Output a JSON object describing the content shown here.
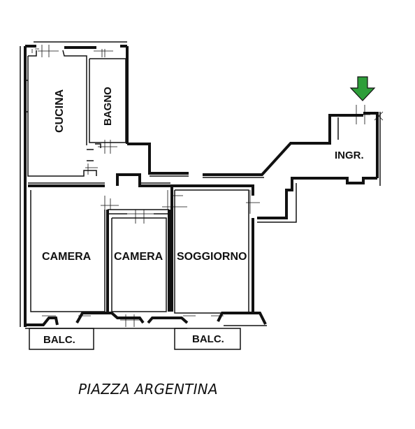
{
  "rooms": {
    "cucina": "CUCINA",
    "bagno": "BAGNO",
    "ingresso": "INGR.",
    "camera_left": "CAMERA",
    "camera_middle": "CAMERA",
    "soggiorno": "SOGGIORNO",
    "balcone_left": "BALC.",
    "balcone_right": "BALC."
  },
  "street_name": "PIAZZA ARGENTINA",
  "colors": {
    "walls": "#111111",
    "entrance_arrow": "#2e9e3a"
  },
  "icons": {
    "entrance": "down-arrow-icon"
  }
}
